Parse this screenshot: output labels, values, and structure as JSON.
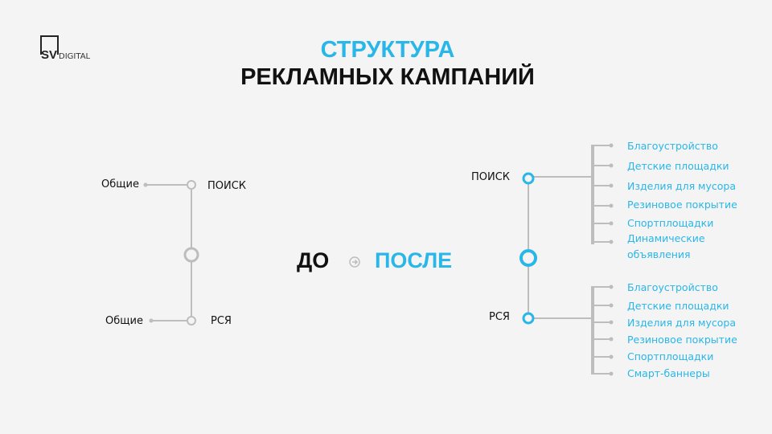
{
  "logo": {
    "mark": "SV",
    "text": "DIGITAL"
  },
  "title": {
    "line1": "СТРУКТУРА",
    "line2": "РЕКЛАМНЫХ КАМПАНИЙ"
  },
  "colors": {
    "accent": "#29b6e8",
    "line": "#bdbdbd",
    "text": "#111111"
  },
  "before": {
    "label": "ДО",
    "search": {
      "name": "ПОИСК",
      "campaign": "Общие"
    },
    "rsya": {
      "name": "РСЯ",
      "campaign": "Общие"
    }
  },
  "arrow_icon": "arrow-right-circle-icon",
  "after": {
    "label": "ПОСЛЕ",
    "search": {
      "name": "ПОИСК",
      "campaigns": [
        "Благоустройство",
        "Детские площадки",
        "Изделия для мусора",
        "Резиновое покрытие",
        "Спортплощадки",
        "Динамические\nобъявления"
      ]
    },
    "rsya": {
      "name": "РСЯ",
      "campaigns": [
        "Благоустройство",
        "Детские площадки",
        "Изделия для мусора",
        "Резиновое покрытие",
        "Спортплощадки",
        "Смарт-баннеры"
      ]
    }
  }
}
